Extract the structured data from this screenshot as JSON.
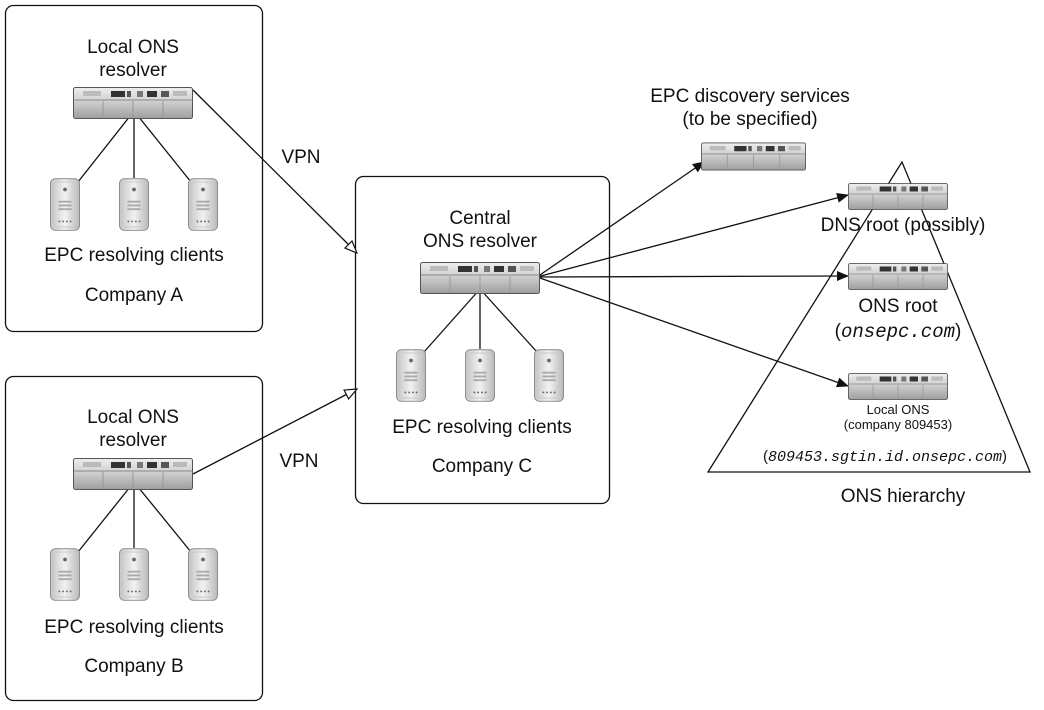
{
  "company_a": {
    "resolver_line1": "Local ONS",
    "resolver_line2": "resolver",
    "clients": "EPC resolving clients",
    "name": "Company A"
  },
  "company_b": {
    "resolver_line1": "Local ONS",
    "resolver_line2": "resolver",
    "clients": "EPC resolving clients",
    "name": "Company B"
  },
  "company_c": {
    "resolver_line1": "Central",
    "resolver_line2": "ONS resolver",
    "clients": "EPC resolving clients",
    "name": "Company C"
  },
  "links": {
    "vpn_top": "VPN",
    "vpn_bottom": "VPN"
  },
  "discovery": {
    "line1": "EPC discovery services",
    "line2": "(to be specified)"
  },
  "hierarchy": {
    "dns_root": "DNS root (possibly)",
    "ons_root": "ONS root",
    "ons_root_domain": "onsepc.com",
    "local_ons_line1": "Local ONS",
    "local_ons_line2": "(company 809453)",
    "local_ons_domain": "809453.sgtin.id.onsepc.com",
    "title": "ONS hierarchy",
    "paren_open": "(",
    "paren_close": ")"
  },
  "icons": {
    "server": "rack-server-icon",
    "client": "tower-workstation-icon"
  },
  "colors": {
    "line": "#111111",
    "server_body": "#c9c9c9",
    "client_body": "#d6d6d6"
  }
}
